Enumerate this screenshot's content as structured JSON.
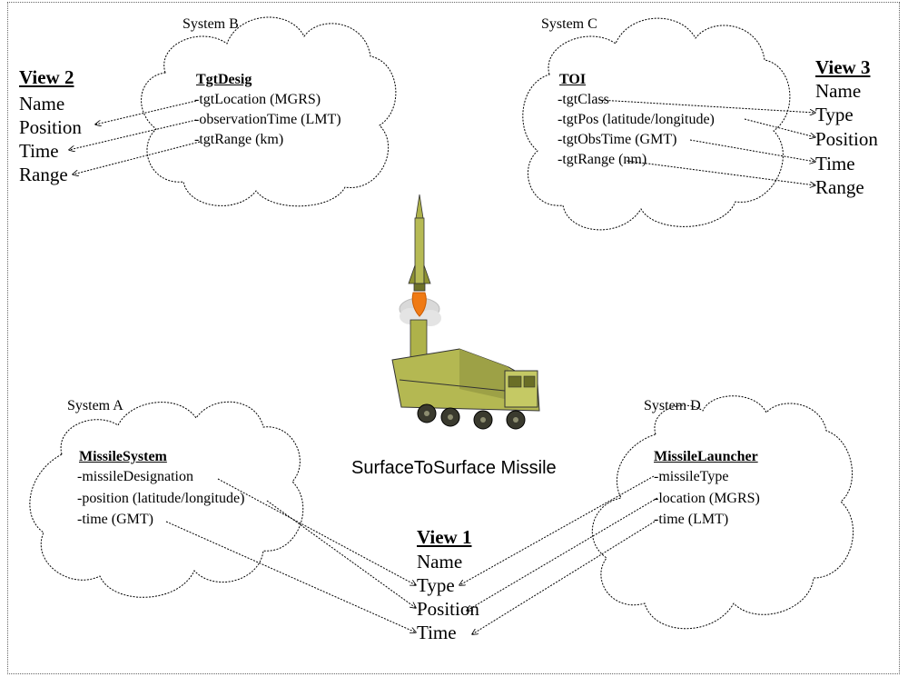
{
  "systems": {
    "a": {
      "label": "System A",
      "class_name": "MissileSystem",
      "attributes": [
        "-missileDesignation",
        "-position (latitude/longitude)",
        "-time (GMT)"
      ]
    },
    "b": {
      "label": "System B",
      "class_name": "TgtDesig",
      "attributes": [
        "-tgtLocation (MGRS)",
        "-observationTime (LMT)",
        "-tgtRange (km)"
      ]
    },
    "c": {
      "label": "System C",
      "class_name": "TOI",
      "attributes": [
        "-tgtClass",
        "-tgtPos (latitude/longitude)",
        "-tgtObsTime (GMT)",
        "-tgtRange (nm)"
      ]
    },
    "d": {
      "label": "System D",
      "class_name": "MissileLauncher",
      "attributes": [
        "-missileType",
        "-location (MGRS)",
        "-time (LMT)"
      ]
    }
  },
  "views": {
    "view1": {
      "title": "View 1",
      "items": [
        "Name",
        "Type",
        "Position",
        "Time"
      ]
    },
    "view2": {
      "title": "View 2",
      "items": [
        "Name",
        "Position",
        "Time",
        "Range"
      ]
    },
    "view3": {
      "title": "View 3",
      "items": [
        "Name",
        "Type",
        "Position",
        "Time",
        "Range"
      ]
    }
  },
  "center": {
    "caption": "SurfaceToSurface Missile"
  }
}
